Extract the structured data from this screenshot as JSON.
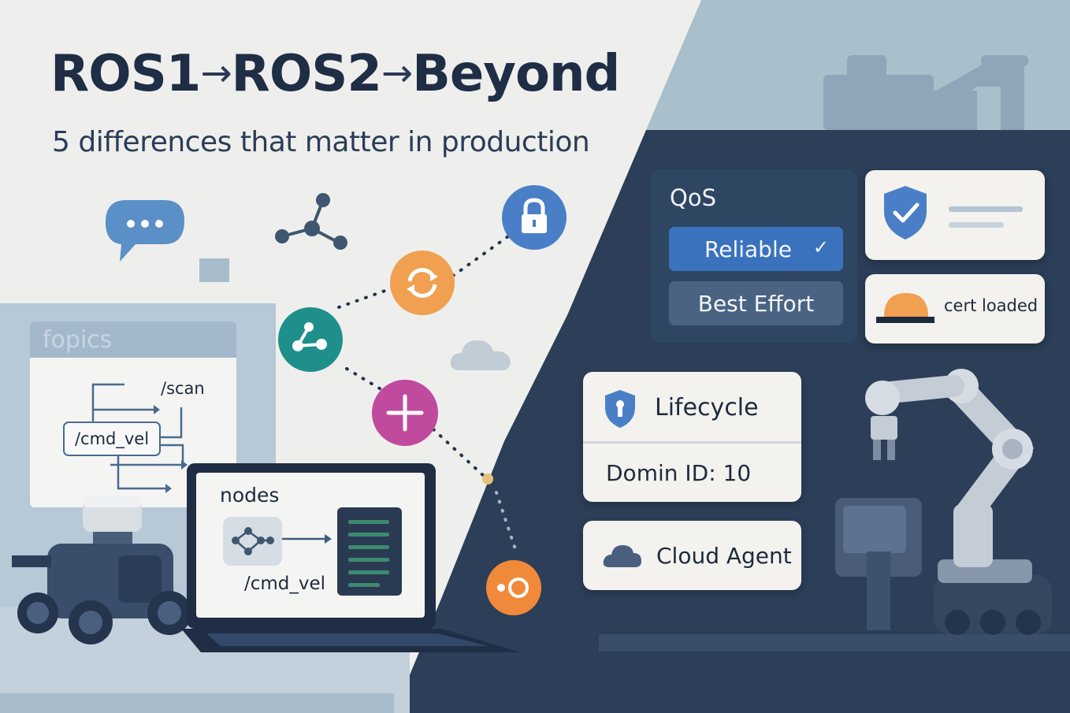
{
  "title": {
    "part1": "ROS1",
    "part2": "ROS2",
    "part3": "Beyond",
    "arrow": "→"
  },
  "subtitle": "5 differences that matter in production",
  "topics_panel": {
    "label": "fopics",
    "scan": "/scan",
    "cmd_vel": "/cmd_vel"
  },
  "laptop": {
    "nodes_label": "nodes",
    "cmd_vel": "/cmd_vel"
  },
  "qos": {
    "title": "QoS",
    "reliable": "Reliable",
    "best_effort": "Best Effort",
    "reliable_check": "✓"
  },
  "security_card": {
    "cert": "cert loaded"
  },
  "lifecycle_card": {
    "title": "Lifecycle",
    "domain": "Domin ID: 10"
  },
  "cloud_card": {
    "label": "Cloud Agent"
  },
  "icons": [
    "chat-bubble-icon",
    "network-graph-icon",
    "lock-icon",
    "refresh-icon",
    "share-icon",
    "plus-icon",
    "cloud-icon",
    "shield-check-icon",
    "hard-hat-icon",
    "shield-keyhole-icon",
    "orbit-icon"
  ],
  "colors": {
    "navy": "#1f2d45",
    "dark_panel": "#2c3e58",
    "blue": "#3a72bd",
    "orange": "#f0a050",
    "teal": "#1e8f8a",
    "magenta": "#c04a9e",
    "lock_blue": "#4a7fc8"
  }
}
